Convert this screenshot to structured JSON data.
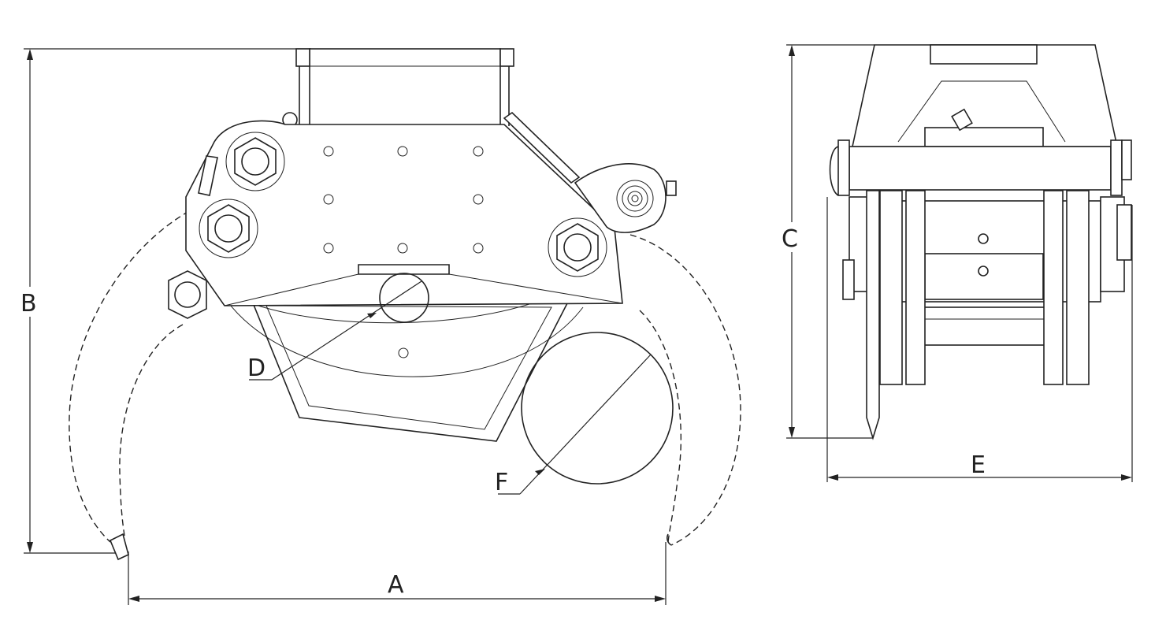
{
  "figure": {
    "side_view": "side-view",
    "front_view": "front-view"
  },
  "labels": {
    "A": "A",
    "B": "B",
    "C": "C",
    "D": "D",
    "E": "E",
    "F": "F"
  },
  "colors": {
    "line": "#222222",
    "background": "#ffffff"
  }
}
